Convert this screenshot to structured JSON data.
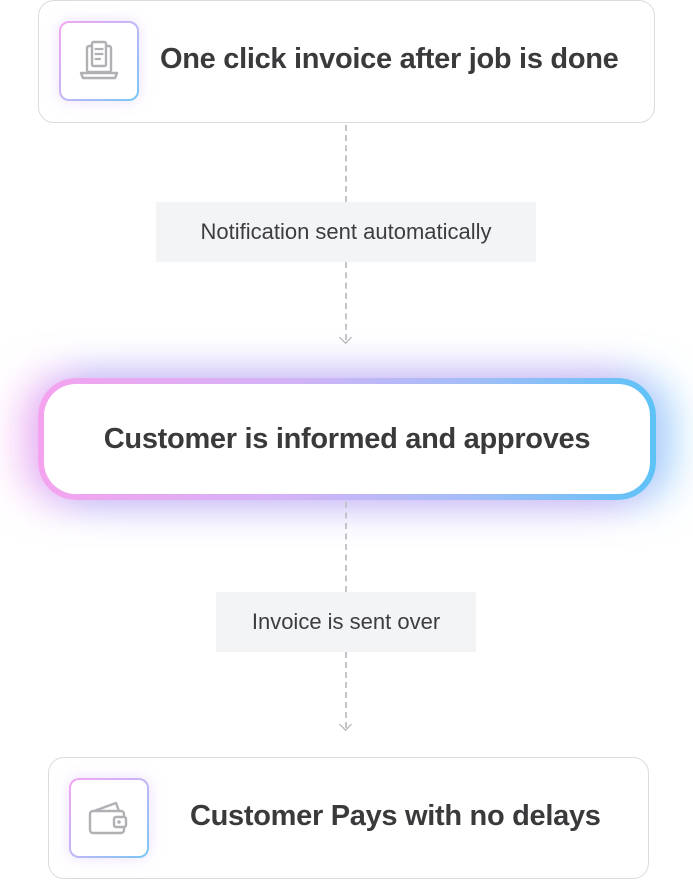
{
  "steps": [
    {
      "title": "One click invoice after job is done",
      "icon": "invoice-laptop-icon"
    },
    {
      "title": "Customer is informed and approves"
    },
    {
      "title": "Customer Pays with no delays",
      "icon": "wallet-icon"
    }
  ],
  "transitions": [
    {
      "label": "Notification sent automatically"
    },
    {
      "label": "Invoice is sent over"
    }
  ],
  "colors": {
    "gradient_pink": "#f5a3ee",
    "gradient_lavender": "#d4b3f7",
    "gradient_blue": "#5dc2f7",
    "card_border": "#dcdcdf",
    "label_bg": "#f3f4f6",
    "text": "#3a3a3c",
    "icon_gray": "#b0b0b5"
  }
}
